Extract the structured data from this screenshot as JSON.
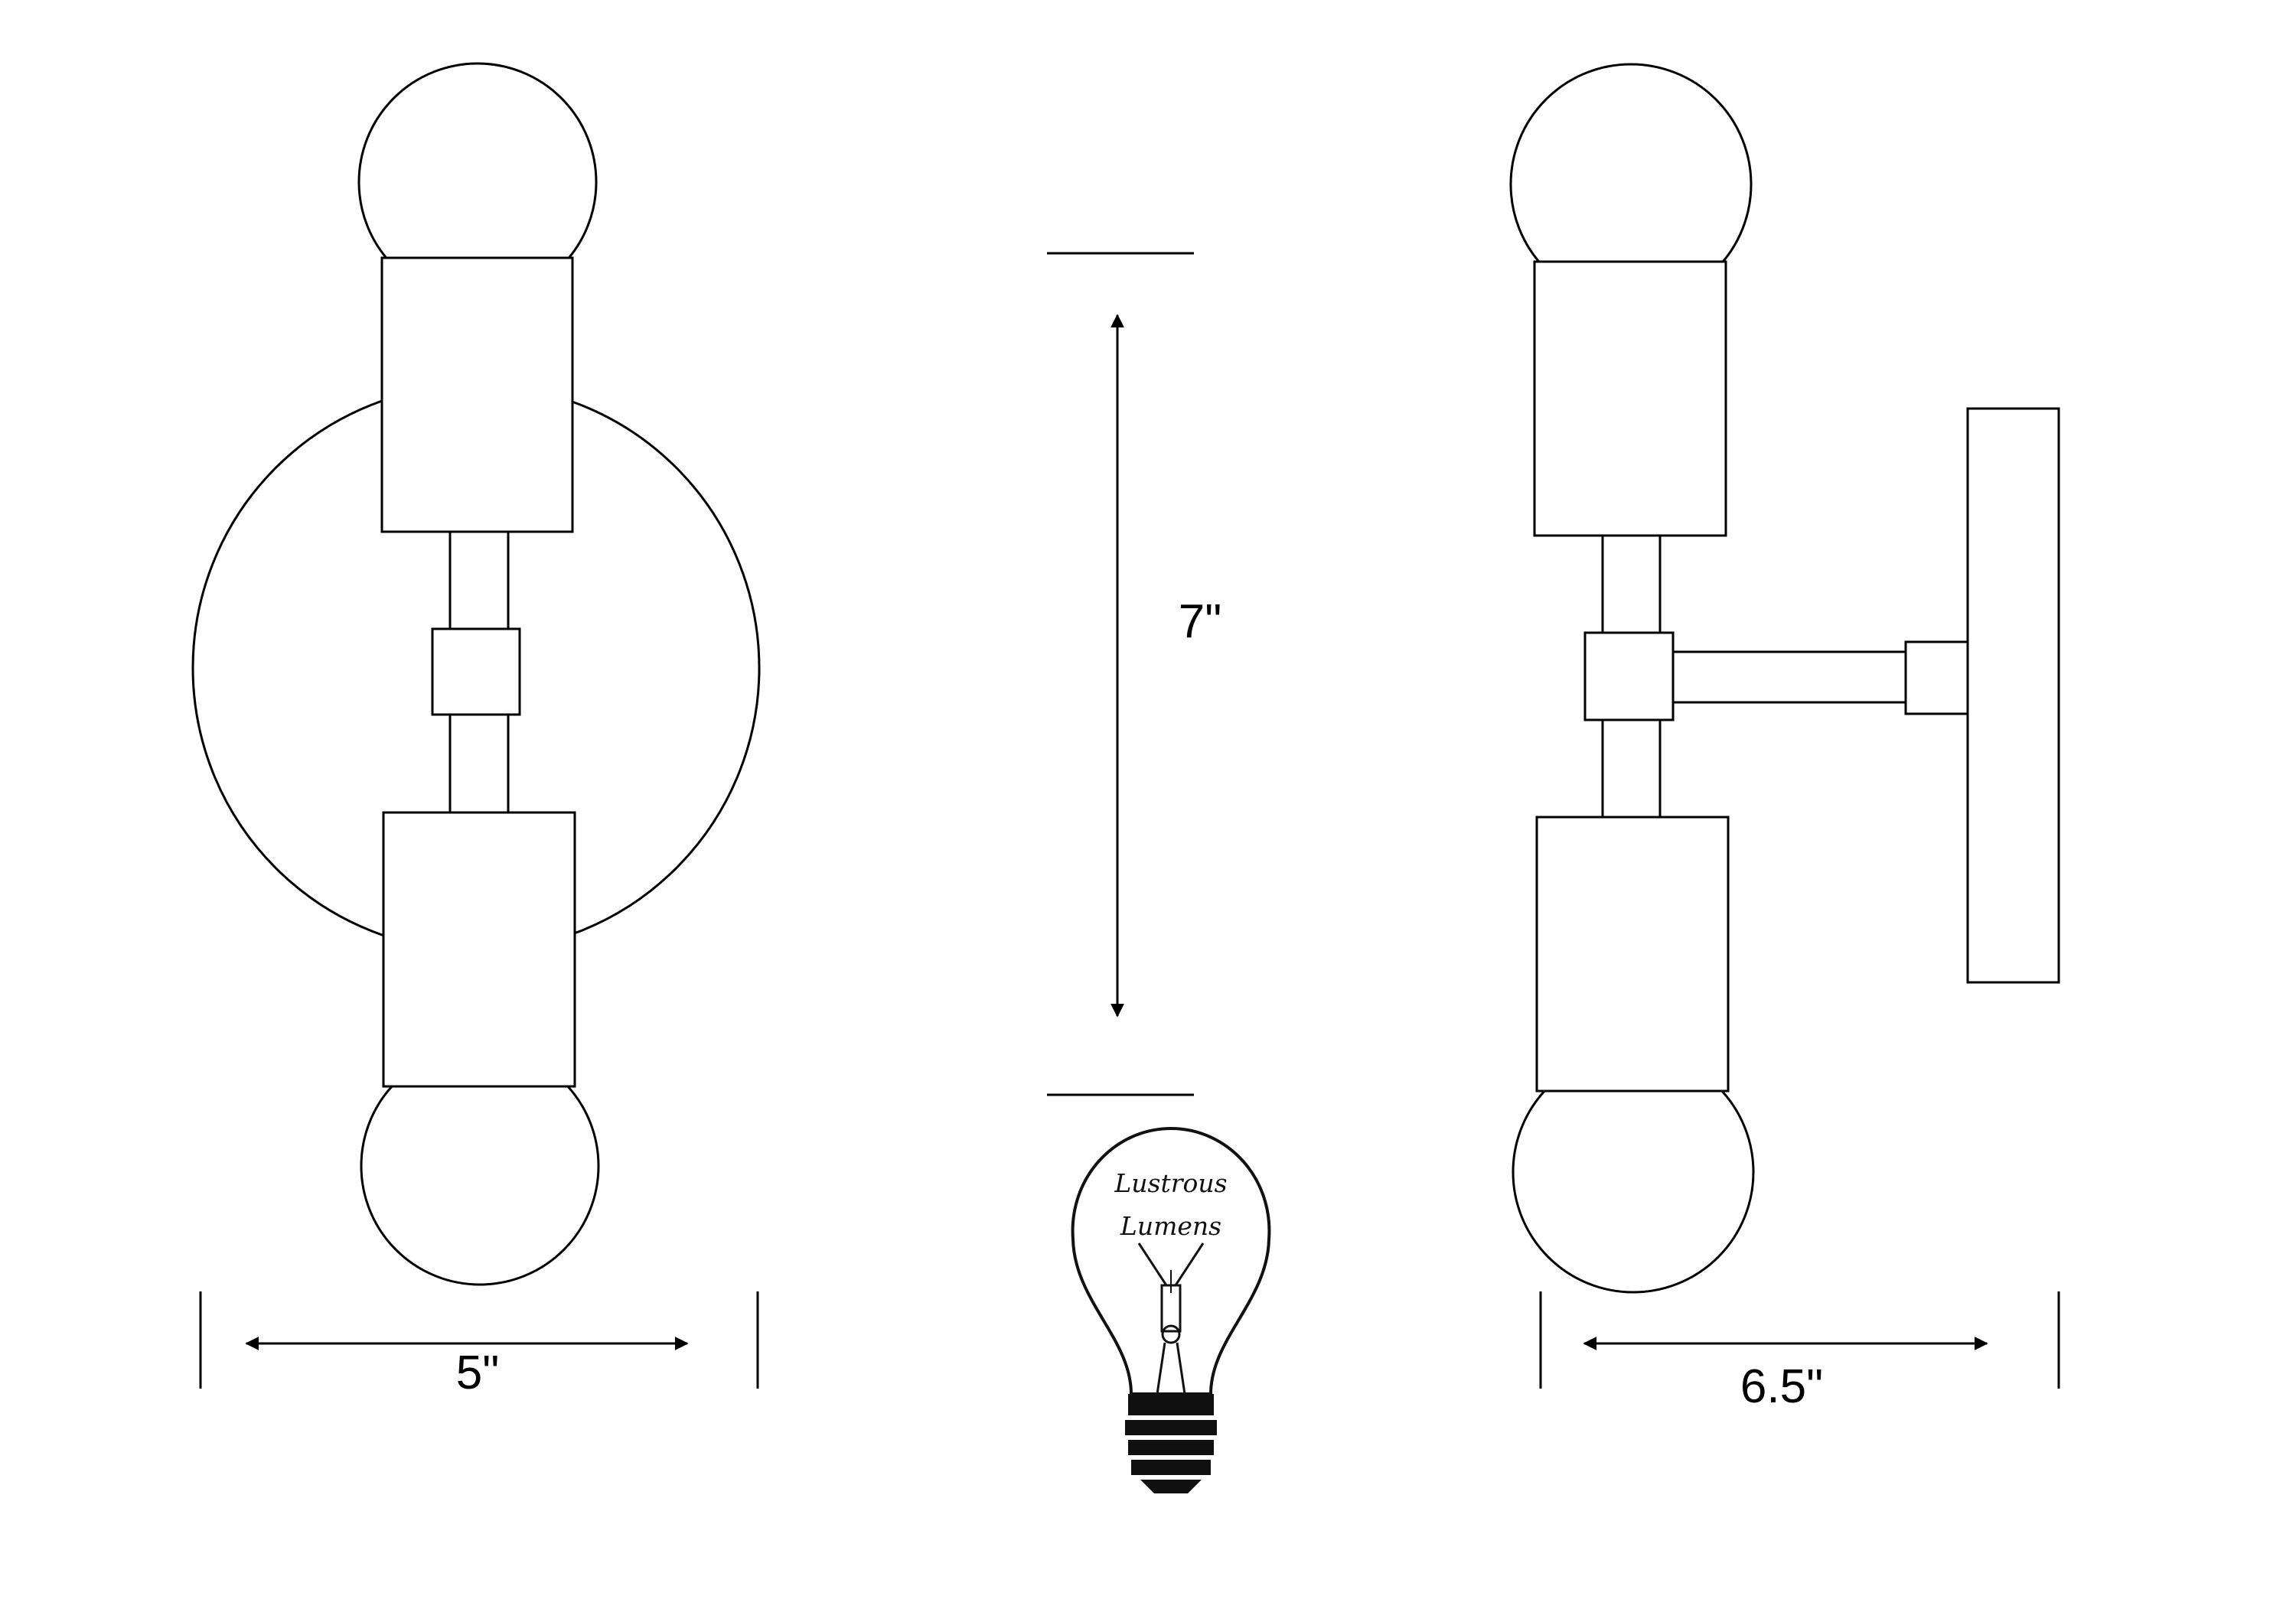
{
  "colors": {
    "stroke": "#000000",
    "background": "#ffffff",
    "bulb_base": "#111111"
  },
  "dimensions": {
    "front_width": "5\"",
    "height": "7\"",
    "side_depth": "6.5\""
  },
  "logo": {
    "line1": "Lustrous",
    "line2": "Lumens"
  },
  "icons": {
    "logo": "light-bulb-icon"
  }
}
